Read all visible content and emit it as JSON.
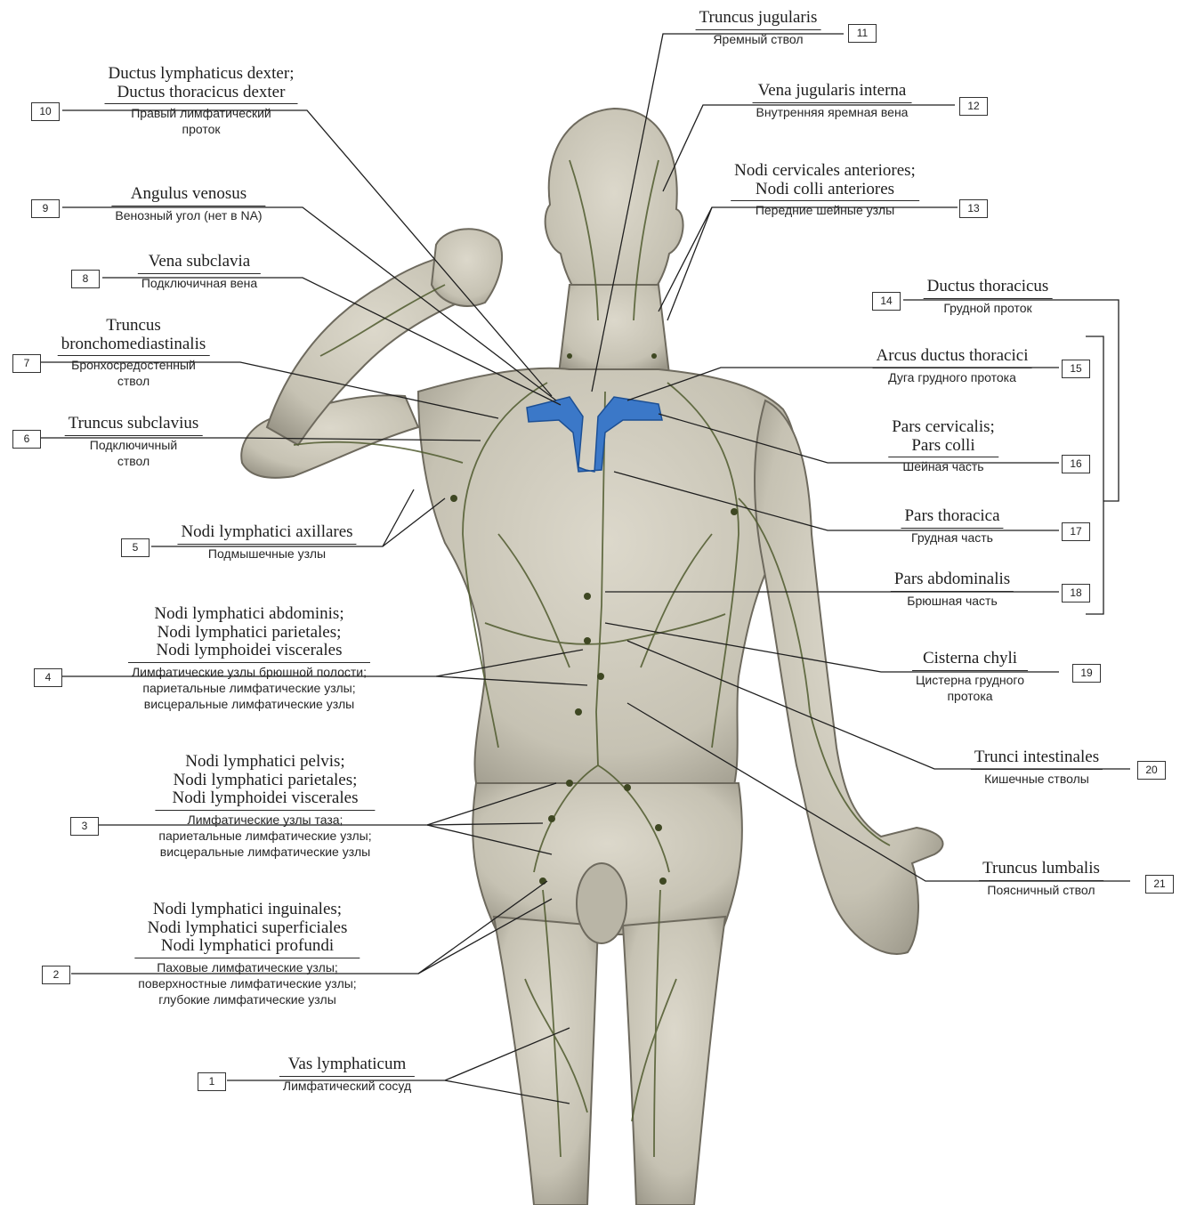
{
  "labels": [
    {
      "num": "1",
      "lat": [
        "Vas lymphaticum"
      ],
      "rus": [
        "Лимфатический сосуд"
      ]
    },
    {
      "num": "2",
      "lat": [
        "Nodi lymphatici inguinales;",
        "Nodi lymphatici superficiales",
        "Nodi lymphatici profundi"
      ],
      "rus": [
        "Паховые лимфатические узлы;",
        "поверхностные лимфатические узлы;",
        "глубокие лимфатические узлы"
      ]
    },
    {
      "num": "3",
      "lat": [
        "Nodi lymphatici pelvis;",
        "Nodi lymphatici parietales;",
        "Nodi lymphoidei viscerales"
      ],
      "rus": [
        "Лимфатические узлы таза;",
        "париетальные лимфатические узлы;",
        "висцеральные лимфатические узлы"
      ]
    },
    {
      "num": "4",
      "lat": [
        "Nodi lymphatici abdominis;",
        "Nodi lymphatici parietales;",
        "Nodi lymphoidei viscerales"
      ],
      "rus": [
        "Лимфатические узлы брюшной полости;",
        "париетальные лимфатические узлы;",
        "висцеральные лимфатические узлы"
      ]
    },
    {
      "num": "5",
      "lat": [
        "Nodi lymphatici axillares"
      ],
      "rus": [
        "Подмышечные узлы"
      ]
    },
    {
      "num": "6",
      "lat": [
        "Truncus subclavius"
      ],
      "rus": [
        "Подключичный",
        "ствол"
      ]
    },
    {
      "num": "7",
      "lat": [
        "Truncus",
        "bronchomediastinalis"
      ],
      "rus": [
        "Бронхосредостенный",
        "ствол"
      ]
    },
    {
      "num": "8",
      "lat": [
        "Vena subclavia"
      ],
      "rus": [
        "Подключичная вена"
      ]
    },
    {
      "num": "9",
      "lat": [
        "Angulus venosus"
      ],
      "rus": [
        "Венозный угол (нет в NA)"
      ]
    },
    {
      "num": "10",
      "lat": [
        "Ductus lymphaticus dexter;",
        "Ductus thoracicus dexter"
      ],
      "rus": [
        "Правый лимфатический",
        "проток"
      ]
    },
    {
      "num": "11",
      "lat": [
        "Truncus jugularis"
      ],
      "rus": [
        "Яремный ствол"
      ]
    },
    {
      "num": "12",
      "lat": [
        "Vena jugularis interna"
      ],
      "rus": [
        "Внутренняя яремная вена"
      ]
    },
    {
      "num": "13",
      "lat": [
        "Nodi cervicales anteriores;",
        "Nodi colli anteriores"
      ],
      "rus": [
        "Передние шейные узлы"
      ]
    },
    {
      "num": "14",
      "lat": [
        "Ductus thoracicus"
      ],
      "rus": [
        "Грудной проток"
      ]
    },
    {
      "num": "15",
      "lat": [
        "Arcus ductus thoracici"
      ],
      "rus": [
        "Дуга грудного протока"
      ]
    },
    {
      "num": "16",
      "lat": [
        "Pars cervicalis;",
        "Pars colli"
      ],
      "rus": [
        "Шейная часть"
      ]
    },
    {
      "num": "17",
      "lat": [
        "Pars thoracica"
      ],
      "rus": [
        "Грудная часть"
      ]
    },
    {
      "num": "18",
      "lat": [
        "Pars abdominalis"
      ],
      "rus": [
        "Брюшная часть"
      ]
    },
    {
      "num": "19",
      "lat": [
        "Cisterna chyli"
      ],
      "rus": [
        "Цистерна грудного",
        "протока"
      ]
    },
    {
      "num": "20",
      "lat": [
        "Trunci intestinales"
      ],
      "rus": [
        "Кишечные стволы"
      ]
    },
    {
      "num": "21",
      "lat": [
        "Truncus lumbalis"
      ],
      "rus": [
        "Поясничный ствол"
      ]
    }
  ],
  "colors": {
    "skin": "#cfcbbd",
    "skin_shadow": "#8e8a7c",
    "lymph": "#4f5a2e",
    "vein": "#3b78c8",
    "leader": "#1f1f1f"
  }
}
